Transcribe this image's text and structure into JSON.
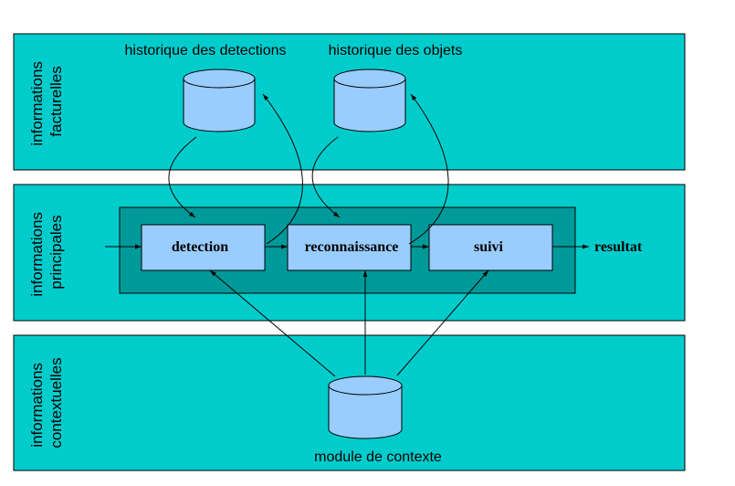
{
  "bands": [
    {
      "label_line1": "informations",
      "label_line2": "facturelles"
    },
    {
      "label_line1": "informations",
      "label_line2": "principales"
    },
    {
      "label_line1": "informations",
      "label_line2": "contextuelles"
    }
  ],
  "databases": {
    "detections": "historique des detections",
    "objets": "historique des objets",
    "contexte": "module de contexte"
  },
  "modules": {
    "detection": "detection",
    "reconnaissance": "reconnaissance",
    "suivi": "suivi"
  },
  "output": "resultat",
  "colors": {
    "band": "#00cccc",
    "inner_panel": "#009999",
    "module_box": "#99ccff",
    "cylinder": "#99ccff",
    "line": "#000000"
  }
}
